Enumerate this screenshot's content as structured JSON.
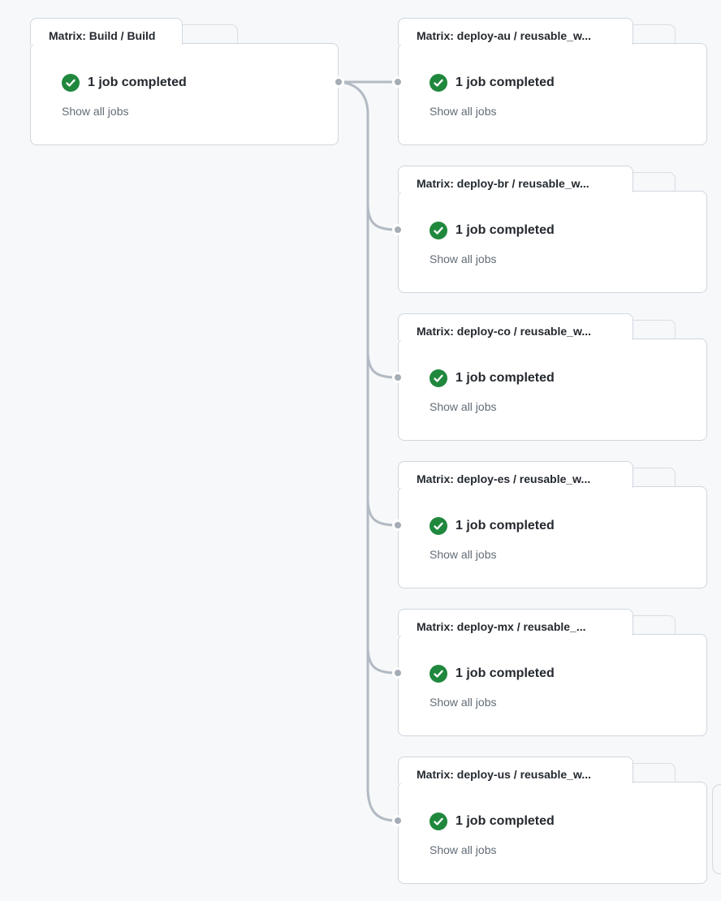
{
  "colors": {
    "background": "#f6f8fa",
    "card_background": "#ffffff",
    "card_border": "#d0d7de",
    "ghost_border": "#d8dee4",
    "connector_line": "#b3bac3",
    "connector_dot": "#a5acb6",
    "success_green": "#1f883d",
    "title_text": "#24292f",
    "status_text": "#24292f",
    "link_text": "#636c76"
  },
  "build_card": {
    "title": "Matrix: Build / Build",
    "status": "1 job completed",
    "link": "Show all jobs"
  },
  "deploy_cards": [
    {
      "title": "Matrix: deploy-au / reusable_w...",
      "status": "1 job completed",
      "link": "Show all jobs"
    },
    {
      "title": "Matrix: deploy-br / reusable_w...",
      "status": "1 job completed",
      "link": "Show all jobs"
    },
    {
      "title": "Matrix: deploy-co / reusable_w...",
      "status": "1 job completed",
      "link": "Show all jobs"
    },
    {
      "title": "Matrix: deploy-es / reusable_w...",
      "status": "1 job completed",
      "link": "Show all jobs"
    },
    {
      "title": "Matrix: deploy-mx / reusable_...",
      "status": "1 job completed",
      "link": "Show all jobs"
    },
    {
      "title": "Matrix: deploy-us / reusable_w...",
      "status": "1 job completed",
      "link": "Show all jobs"
    }
  ]
}
